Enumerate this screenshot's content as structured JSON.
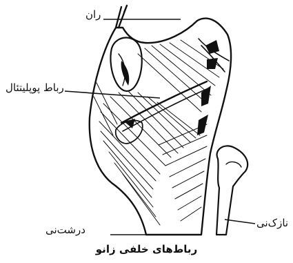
{
  "labels": {
    "thigh": "ران",
    "popliteal_ligament": "رباط پوپلیتئال",
    "fibula": "نازک‌نی",
    "tibia": "درشت‌نی"
  },
  "caption": "رباط‌های خلفی زانو",
  "colors": {
    "ink": "#111111",
    "background": "#ffffff"
  }
}
